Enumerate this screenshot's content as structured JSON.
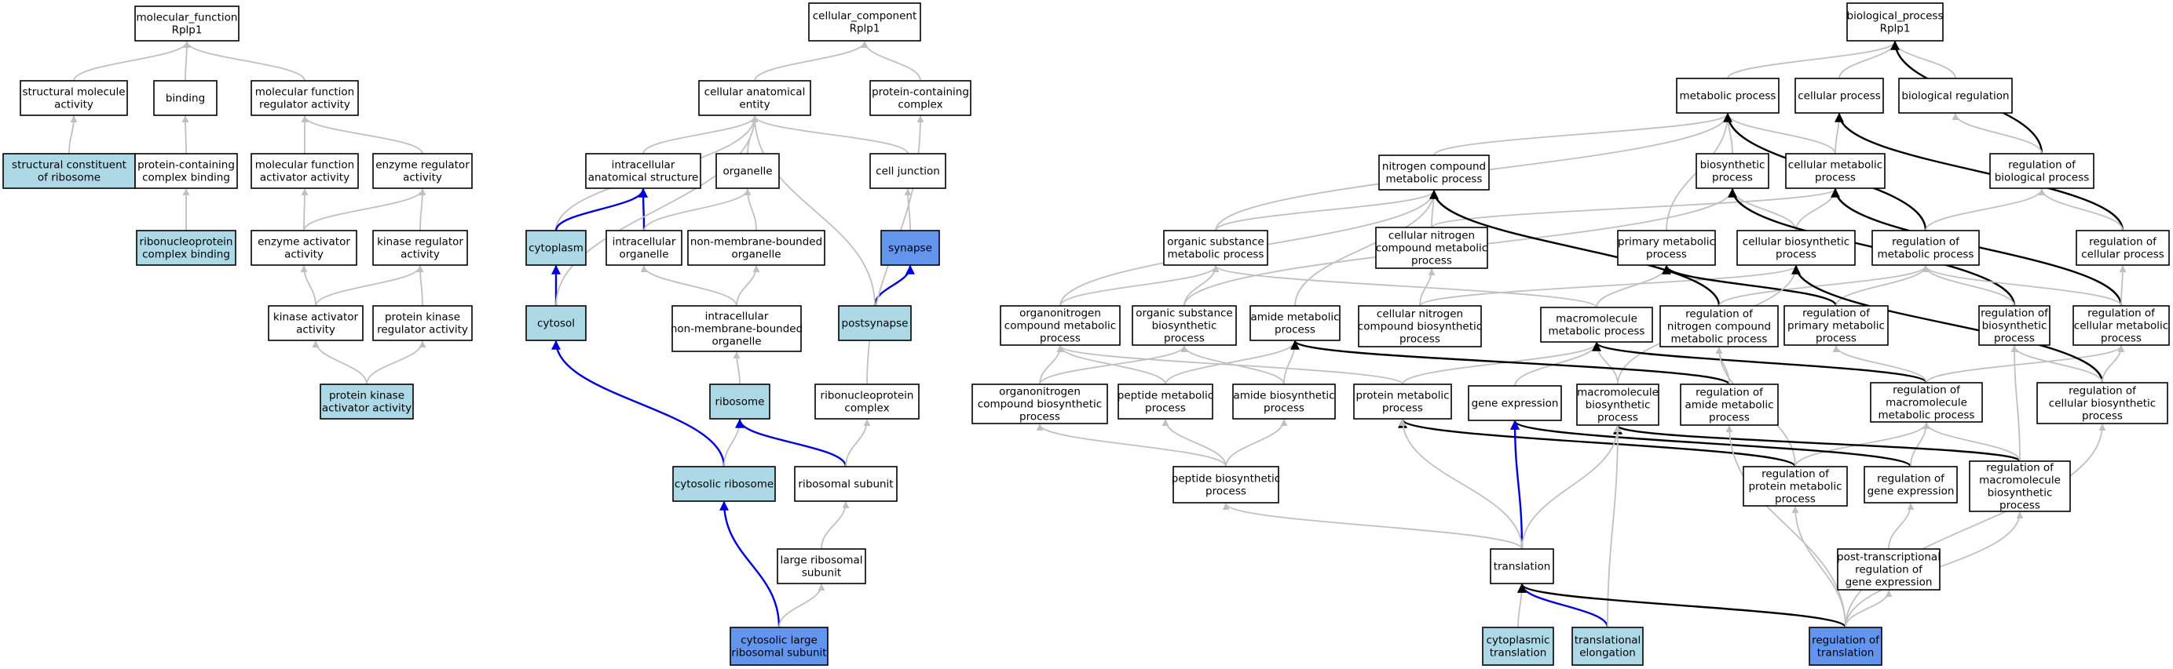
{
  "colors": {
    "plain": "#ffffff",
    "annotated": "#add8e6",
    "query": "#6495ed",
    "edge_is_a": "#c0c0c0",
    "edge_regulates": "#000000",
    "edge_part_of": "#0000dd"
  },
  "nodes": {
    "mf_root": {
      "lines": [
        "molecular_function",
        "Rplp1"
      ],
      "kind": "plain"
    },
    "struct_mol_act": {
      "lines": [
        "structural molecule",
        "activity"
      ],
      "kind": "plain"
    },
    "binding": {
      "lines": [
        "binding"
      ],
      "kind": "plain"
    },
    "mf_reg_act": {
      "lines": [
        "molecular function",
        "regulator activity"
      ],
      "kind": "plain"
    },
    "struct_const_ribosome": {
      "lines": [
        "structural constituent",
        "of ribosome"
      ],
      "kind": "annotated"
    },
    "protein_complex_binding": {
      "lines": [
        "protein-containing",
        "complex binding"
      ],
      "kind": "plain"
    },
    "mf_activator": {
      "lines": [
        "molecular function",
        "activator activity"
      ],
      "kind": "plain"
    },
    "enzyme_reg_act": {
      "lines": [
        "enzyme regulator",
        "activity"
      ],
      "kind": "plain"
    },
    "rnp_complex_binding": {
      "lines": [
        "ribonucleoprotein",
        "complex binding"
      ],
      "kind": "annotated"
    },
    "enzyme_activator": {
      "lines": [
        "enzyme activator",
        "activity"
      ],
      "kind": "plain"
    },
    "kinase_reg_act": {
      "lines": [
        "kinase regulator",
        "activity"
      ],
      "kind": "plain"
    },
    "kinase_activator": {
      "lines": [
        "kinase activator",
        "activity"
      ],
      "kind": "plain"
    },
    "protein_kinase_reg": {
      "lines": [
        "protein kinase",
        "regulator activity"
      ],
      "kind": "plain"
    },
    "protein_kinase_act": {
      "lines": [
        "protein kinase",
        "activator activity"
      ],
      "kind": "annotated"
    },
    "cc_root": {
      "lines": [
        "cellular_component",
        "Rplp1"
      ],
      "kind": "plain"
    },
    "cell_anat_entity": {
      "lines": [
        "cellular anatomical",
        "entity"
      ],
      "kind": "plain"
    },
    "protein_complex": {
      "lines": [
        "protein-containing",
        "complex"
      ],
      "kind": "plain"
    },
    "intracell_anat": {
      "lines": [
        "intracellular",
        "anatomical structure"
      ],
      "kind": "plain"
    },
    "organelle": {
      "lines": [
        "organelle"
      ],
      "kind": "plain"
    },
    "cell_junction": {
      "lines": [
        "cell junction"
      ],
      "kind": "plain"
    },
    "cytoplasm": {
      "lines": [
        "cytoplasm"
      ],
      "kind": "annotated"
    },
    "intracell_organelle": {
      "lines": [
        "intracellular",
        "organelle"
      ],
      "kind": "plain"
    },
    "nonmem_organelle": {
      "lines": [
        "non-membrane-bounded",
        "organelle"
      ],
      "kind": "plain"
    },
    "synapse": {
      "lines": [
        "synapse"
      ],
      "kind": "query"
    },
    "cytosol": {
      "lines": [
        "cytosol"
      ],
      "kind": "annotated"
    },
    "intracell_nonmem": {
      "lines": [
        "intracellular",
        "non-membrane-bounded",
        "organelle"
      ],
      "kind": "plain"
    },
    "postsynapse": {
      "lines": [
        "postsynapse"
      ],
      "kind": "annotated"
    },
    "ribosome": {
      "lines": [
        "ribosome"
      ],
      "kind": "annotated"
    },
    "rnp_complex": {
      "lines": [
        "ribonucleoprotein",
        "complex"
      ],
      "kind": "plain"
    },
    "cytosolic_ribosome": {
      "lines": [
        "cytosolic ribosome"
      ],
      "kind": "annotated"
    },
    "ribosomal_subunit": {
      "lines": [
        "ribosomal subunit"
      ],
      "kind": "plain"
    },
    "large_ribo_subunit": {
      "lines": [
        "large ribosomal",
        "subunit"
      ],
      "kind": "plain"
    },
    "cyto_large_ribo": {
      "lines": [
        "cytosolic large",
        "ribosomal subunit"
      ],
      "kind": "query"
    },
    "bp_root": {
      "lines": [
        "biological_process",
        "Rplp1"
      ],
      "kind": "plain"
    },
    "metabolic_process": {
      "lines": [
        "metabolic process"
      ],
      "kind": "plain"
    },
    "cellular_process": {
      "lines": [
        "cellular process"
      ],
      "kind": "plain"
    },
    "biological_regulation": {
      "lines": [
        "biological regulation"
      ],
      "kind": "plain"
    },
    "nitrogen_cmp_met": {
      "lines": [
        "nitrogen compound",
        "metabolic process"
      ],
      "kind": "plain"
    },
    "biosynthetic_process": {
      "lines": [
        "biosynthetic",
        "process"
      ],
      "kind": "plain"
    },
    "cellular_metabolic": {
      "lines": [
        "cellular metabolic",
        "process"
      ],
      "kind": "plain"
    },
    "reg_bio_process": {
      "lines": [
        "regulation of",
        "biological process"
      ],
      "kind": "plain"
    },
    "organic_subst_met": {
      "lines": [
        "organic substance",
        "metabolic process"
      ],
      "kind": "plain"
    },
    "cell_nitrogen_met": {
      "lines": [
        "cellular nitrogen",
        "compound metabolic",
        "process"
      ],
      "kind": "plain"
    },
    "primary_metabolic": {
      "lines": [
        "primary metabolic",
        "process"
      ],
      "kind": "plain"
    },
    "cellular_biosynthetic": {
      "lines": [
        "cellular biosynthetic",
        "process"
      ],
      "kind": "plain"
    },
    "reg_metabolic": {
      "lines": [
        "regulation of",
        "metabolic process"
      ],
      "kind": "plain"
    },
    "reg_cellular": {
      "lines": [
        "regulation of",
        "cellular process"
      ],
      "kind": "plain"
    },
    "organonitrogen_met": {
      "lines": [
        "organonitrogen",
        "compound metabolic",
        "process"
      ],
      "kind": "plain"
    },
    "organic_subst_bios": {
      "lines": [
        "organic substance",
        "biosynthetic",
        "process"
      ],
      "kind": "plain"
    },
    "amide_metabolic": {
      "lines": [
        "amide metabolic",
        "process"
      ],
      "kind": "plain"
    },
    "cell_nitrogen_bios": {
      "lines": [
        "cellular nitrogen",
        "compound biosynthetic",
        "process"
      ],
      "kind": "plain"
    },
    "macromolecule_met": {
      "lines": [
        "macromolecule",
        "metabolic process"
      ],
      "kind": "plain"
    },
    "reg_nitrogen_met": {
      "lines": [
        "regulation of",
        "nitrogen compound",
        "metabolic process"
      ],
      "kind": "plain"
    },
    "reg_primary_met": {
      "lines": [
        "regulation of",
        "primary metabolic",
        "process"
      ],
      "kind": "plain"
    },
    "reg_biosynthetic": {
      "lines": [
        "regulation of",
        "biosynthetic",
        "process"
      ],
      "kind": "plain"
    },
    "reg_cell_met": {
      "lines": [
        "regulation of",
        "cellular metabolic",
        "process"
      ],
      "kind": "plain"
    },
    "organonitrogen_bios": {
      "lines": [
        "organonitrogen",
        "compound biosynthetic",
        "process"
      ],
      "kind": "plain"
    },
    "peptide_metabolic": {
      "lines": [
        "peptide metabolic",
        "process"
      ],
      "kind": "plain"
    },
    "amide_biosynthetic": {
      "lines": [
        "amide biosynthetic",
        "process"
      ],
      "kind": "plain"
    },
    "protein_metabolic": {
      "lines": [
        "protein metabolic",
        "process"
      ],
      "kind": "plain"
    },
    "gene_expression": {
      "lines": [
        "gene expression"
      ],
      "kind": "plain"
    },
    "macromolecule_bios": {
      "lines": [
        "macromolecule",
        "biosynthetic",
        "process"
      ],
      "kind": "plain"
    },
    "reg_amide_met": {
      "lines": [
        "regulation of",
        "amide metabolic",
        "process"
      ],
      "kind": "plain"
    },
    "reg_macro_met": {
      "lines": [
        "regulation of",
        "macromolecule",
        "metabolic process"
      ],
      "kind": "plain"
    },
    "reg_cell_bios": {
      "lines": [
        "regulation of",
        "cellular biosynthetic",
        "process"
      ],
      "kind": "plain"
    },
    "peptide_biosynthetic": {
      "lines": [
        "peptide biosynthetic",
        "process"
      ],
      "kind": "plain"
    },
    "reg_protein_met": {
      "lines": [
        "regulation of",
        "protein metabolic",
        "process"
      ],
      "kind": "plain"
    },
    "reg_gene_expr": {
      "lines": [
        "regulation of",
        "gene expression"
      ],
      "kind": "plain"
    },
    "reg_macro_bios": {
      "lines": [
        "regulation of",
        "macromolecule",
        "biosynthetic",
        "process"
      ],
      "kind": "plain"
    },
    "post_transcr_reg": {
      "lines": [
        "post-transcriptional",
        "regulation of",
        "gene expression"
      ],
      "kind": "plain"
    },
    "translation": {
      "lines": [
        "translation"
      ],
      "kind": "plain"
    },
    "cyto_translation": {
      "lines": [
        "cytoplasmic",
        "translation"
      ],
      "kind": "annotated"
    },
    "transl_elongation": {
      "lines": [
        "translational",
        "elongation"
      ],
      "kind": "annotated"
    },
    "reg_translation": {
      "lines": [
        "regulation of",
        "translation"
      ],
      "kind": "query"
    }
  }
}
